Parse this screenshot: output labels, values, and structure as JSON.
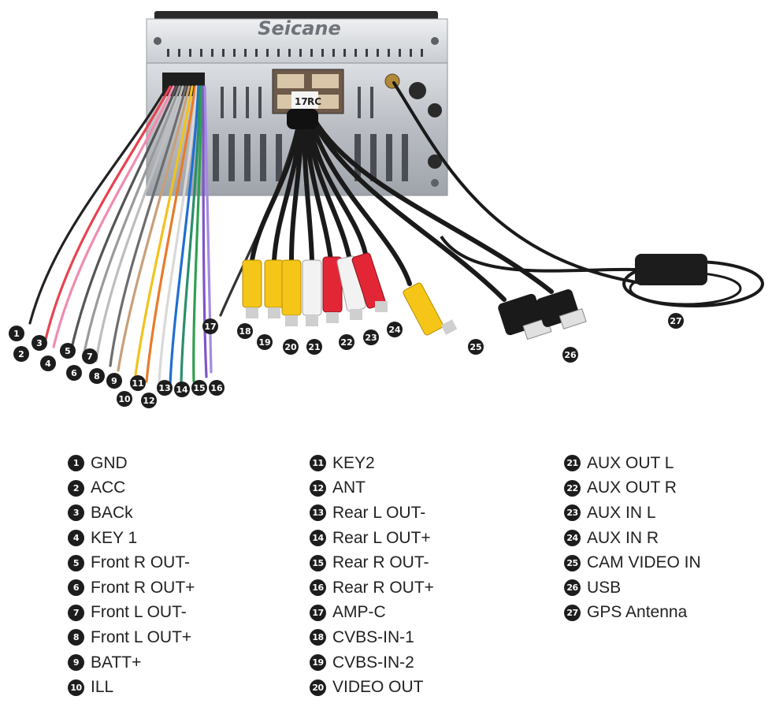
{
  "brand": "Seicane",
  "connector_labels": [
    "17",
    "RC"
  ],
  "legend": [
    {
      "n": "1",
      "label": "GND"
    },
    {
      "n": "2",
      "label": "ACC"
    },
    {
      "n": "3",
      "label": "BACk"
    },
    {
      "n": "4",
      "label": "KEY 1"
    },
    {
      "n": "5",
      "label": "Front R OUT-"
    },
    {
      "n": "6",
      "label": "Front R OUT+"
    },
    {
      "n": "7",
      "label": "Front L OUT-"
    },
    {
      "n": "8",
      "label": "Front L OUT+"
    },
    {
      "n": "9",
      "label": "BATT+"
    },
    {
      "n": "10",
      "label": "ILL"
    },
    {
      "n": "11",
      "label": "KEY2"
    },
    {
      "n": "12",
      "label": "ANT"
    },
    {
      "n": "13",
      "label": "Rear L OUT-"
    },
    {
      "n": "14",
      "label": "Rear L OUT+"
    },
    {
      "n": "15",
      "label": "Rear R OUT-"
    },
    {
      "n": "16",
      "label": "Rear R OUT+"
    },
    {
      "n": "17",
      "label": "AMP-C"
    },
    {
      "n": "18",
      "label": "CVBS-IN-1"
    },
    {
      "n": "19",
      "label": "CVBS-IN-2"
    },
    {
      "n": "20",
      "label": "VIDEO OUT"
    },
    {
      "n": "21",
      "label": "AUX OUT L"
    },
    {
      "n": "22",
      "label": "AUX OUT R"
    },
    {
      "n": "23",
      "label": "AUX IN L"
    },
    {
      "n": "24",
      "label": "AUX IN R"
    },
    {
      "n": "25",
      "label": "CAM VIDEO IN"
    },
    {
      "n": "26",
      "label": "USB"
    },
    {
      "n": "27",
      "label": "GPS Antenna"
    }
  ],
  "wire_colors": [
    "#222222",
    "#e8434f",
    "#f08cb0",
    "#555555",
    "#9a9a9a",
    "#bdbdbd",
    "#6d6d6d",
    "#c8a07a",
    "#f2c21c",
    "#e87b2b",
    "#d8d8d8",
    "#1f6fd1",
    "#2a8f6a",
    "#30a050",
    "#7f56c8",
    "#a48ae0",
    "#333333"
  ],
  "rca_colors": [
    "#f5c518",
    "#f5c518",
    "#f5c518",
    "#f2f2f2",
    "#e32636",
    "#f2f2f2",
    "#e32636"
  ]
}
